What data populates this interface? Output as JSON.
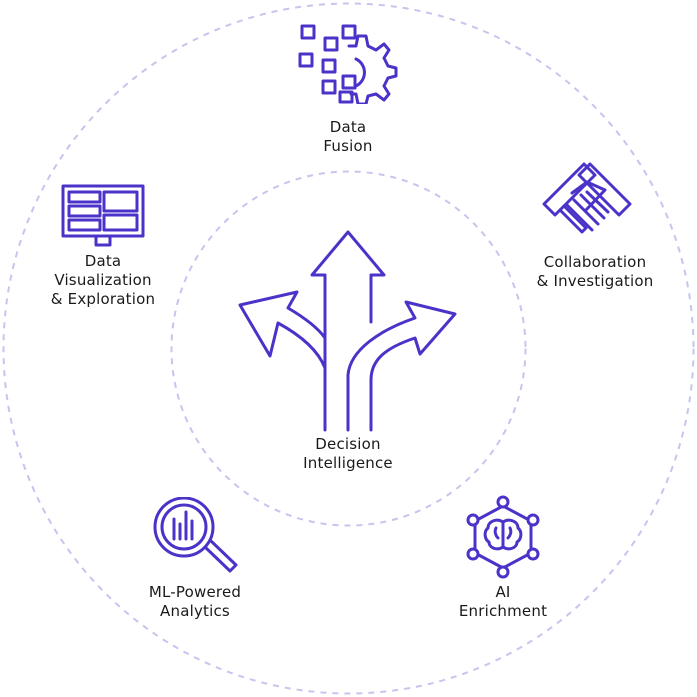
{
  "colors": {
    "accent": "#4b32c8",
    "ring": "#c9c3ee",
    "text": "#1a1a1a"
  },
  "center": {
    "icon": "three-way-arrows-icon",
    "label_line1": "Decision",
    "label_line2": "Intelligence"
  },
  "nodes": {
    "data_fusion": {
      "icon": "data-gear-icon",
      "label_line1": "Data",
      "label_line2": "Fusion"
    },
    "collaboration": {
      "icon": "handshake-icon",
      "label_line1": "Collaboration",
      "label_line2": "& Investigation"
    },
    "visualization": {
      "icon": "monitor-dashboard-icon",
      "label_line1": "Data",
      "label_line2": "Visualization",
      "label_line3": "& Exploration"
    },
    "ml_analytics": {
      "icon": "magnifier-chart-icon",
      "label_line1": "ML-Powered",
      "label_line2": "Analytics"
    },
    "ai_enrichment": {
      "icon": "brain-network-icon",
      "label_line1": "AI",
      "label_line2": "Enrichment"
    }
  }
}
